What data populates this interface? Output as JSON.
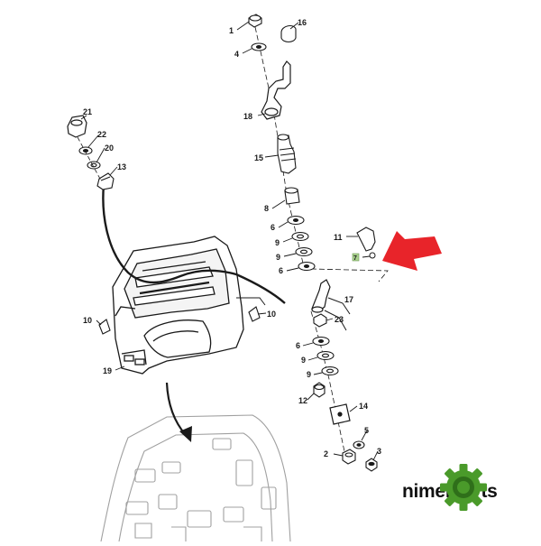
{
  "diagram": {
    "callouts": {
      "c1": "1",
      "c2": "2",
      "c3": "3",
      "c4": "4",
      "c5": "5",
      "c6a": "6",
      "c6b": "6",
      "c6c": "6",
      "c7": "7",
      "c8": "8",
      "c9a": "9",
      "c9b": "9",
      "c9c": "9",
      "c10a": "10",
      "c10b": "10",
      "c11": "11",
      "c12": "12",
      "c13": "13",
      "c14": "14",
      "c15": "15",
      "c16": "16",
      "c17": "17",
      "c18": "18",
      "c19": "19",
      "c20": "20",
      "c21": "21",
      "c22": "22",
      "c23": "23"
    },
    "colors": {
      "line": "#1a1a1a",
      "ghost": "#9a9a9a",
      "pointer_arrow": "#e8242a",
      "highlight_box": "#a9d18e",
      "gear": "#4a9a2a",
      "gear_dark": "#2f6f1a"
    }
  },
  "brand": {
    "name": "nimerparts",
    "icon": "gear-icon"
  }
}
